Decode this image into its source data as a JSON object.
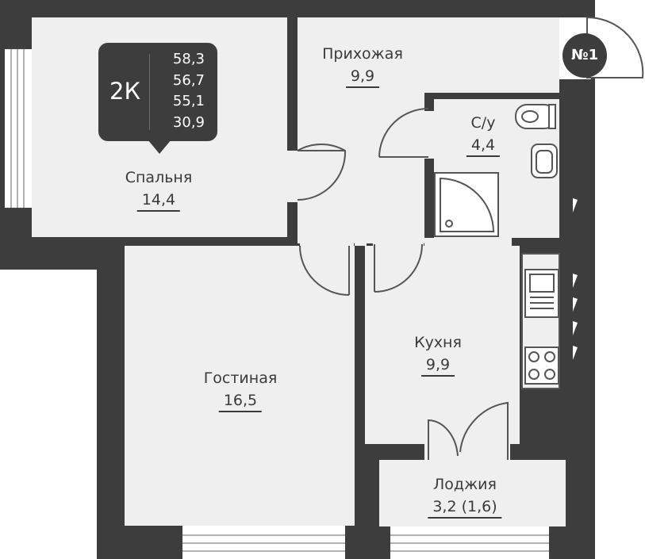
{
  "badge": {
    "type": "2К",
    "areas": [
      "58,3",
      "56,7",
      "55,1",
      "30,9"
    ]
  },
  "apartment_number": "№1",
  "rooms": {
    "bedroom": {
      "name": "Спальня",
      "area": "14,4"
    },
    "hallway": {
      "name": "Прихожая",
      "area": "9,9"
    },
    "bathroom": {
      "name": "С/у",
      "area": "4,4"
    },
    "living": {
      "name": "Гостиная",
      "area": "16,5"
    },
    "kitchen": {
      "name": "Кухня",
      "area": "9,9"
    },
    "loggia": {
      "name": "Лоджия",
      "area": "3,2 (1,6)"
    }
  },
  "colors": {
    "wall": "#3d3d3d",
    "floor": "#efefef",
    "background": "#ffffff",
    "fixture_line": "#555555"
  }
}
